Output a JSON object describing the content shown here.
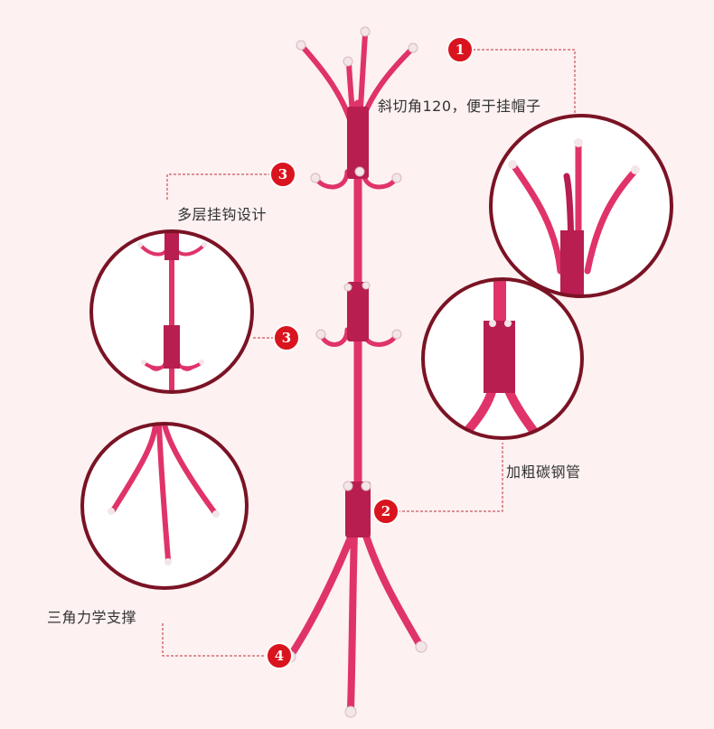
{
  "colors": {
    "background": "#fdf1f1",
    "rack": "#e0336a",
    "rack_dark": "#b81e4f",
    "circle_border": "#7a1324",
    "badge": "#d9141e",
    "leader_line": "#c0303a",
    "cap": "#f2e6e8"
  },
  "callouts": [
    {
      "number": "1",
      "text": "斜切角120，便于挂帽子"
    },
    {
      "number": "2",
      "text": "加粗碳钢管"
    },
    {
      "number": "3",
      "text": "多层挂钩设计"
    },
    {
      "number": "3",
      "text": ""
    },
    {
      "number": "4",
      "text": "三角力学支撑"
    }
  ]
}
